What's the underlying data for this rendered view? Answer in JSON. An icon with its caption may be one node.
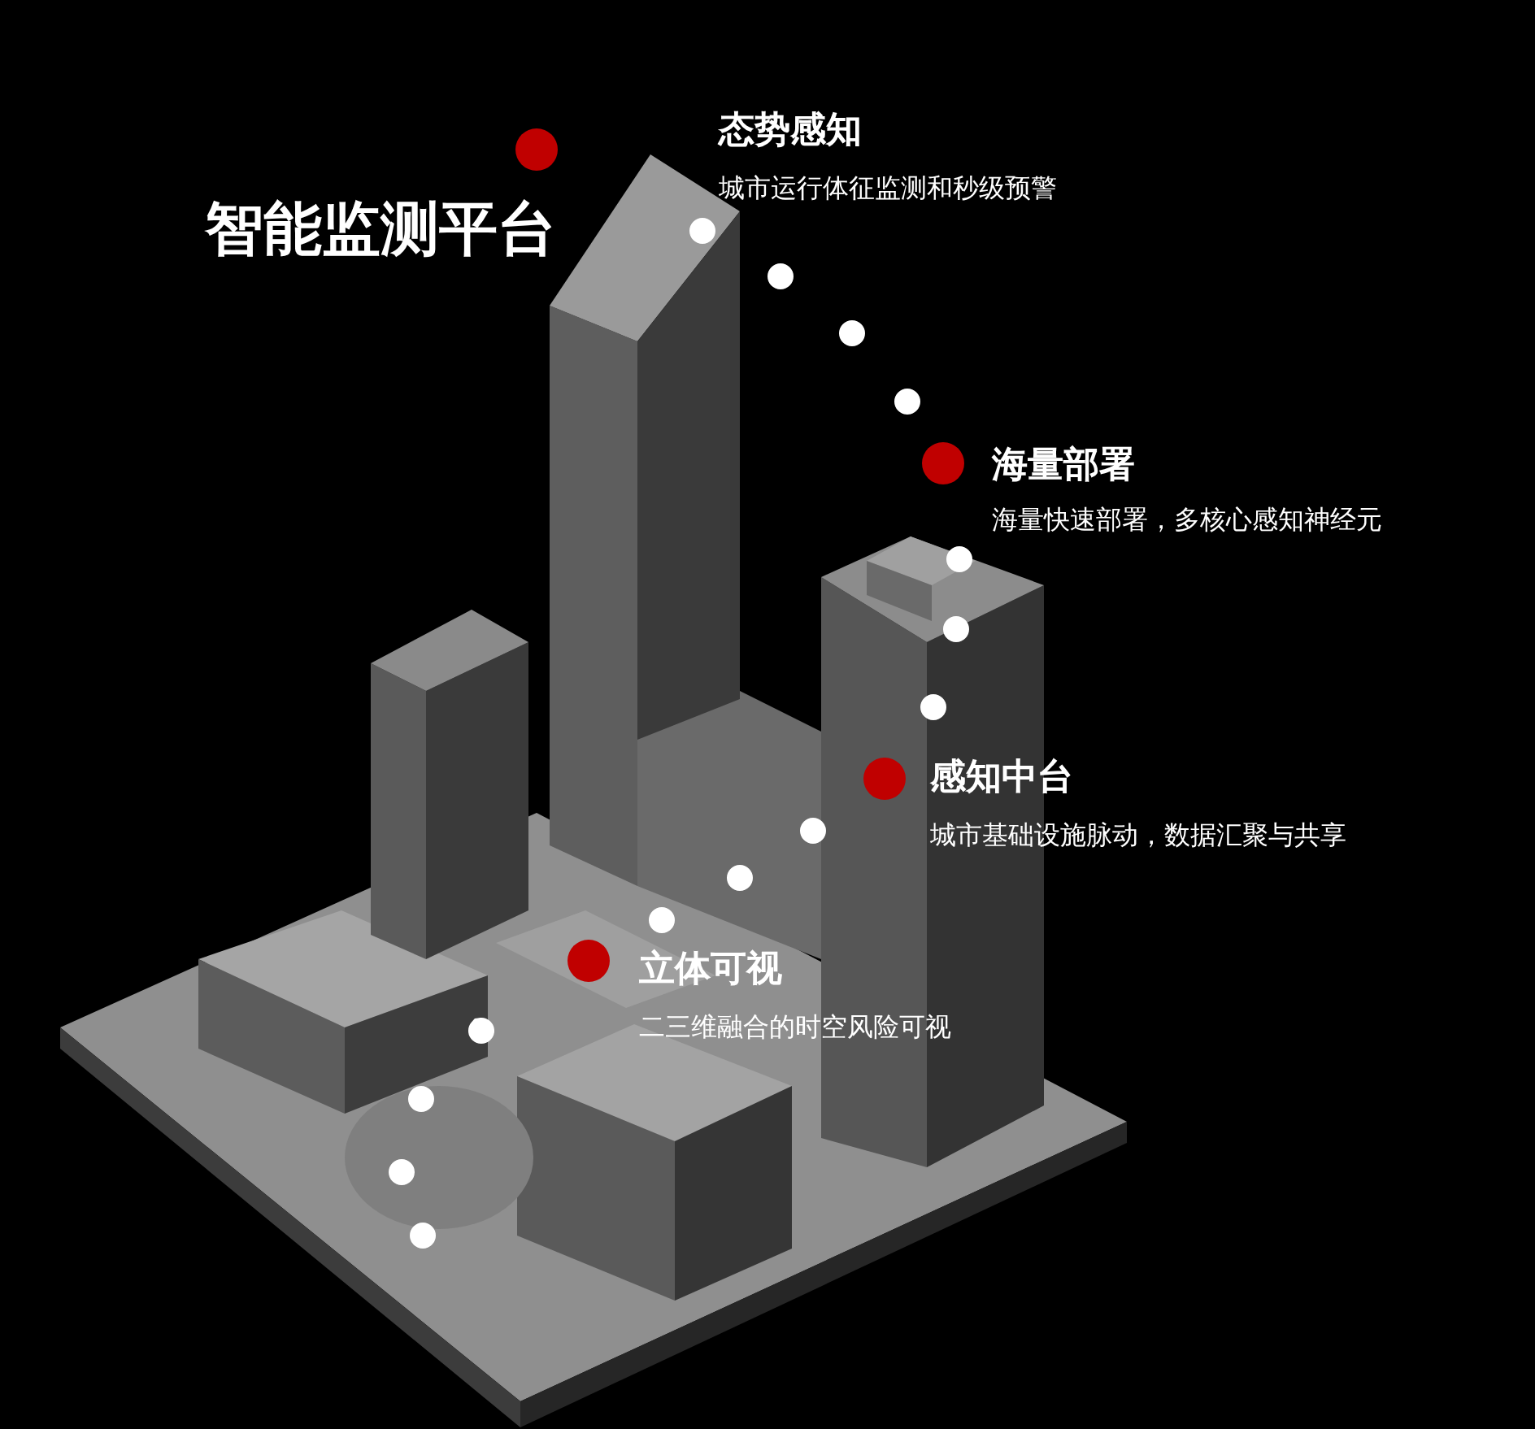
{
  "diagram": {
    "title": "智能监测平台",
    "nodes": [
      {
        "text": [
          "态势感知",
          "城市运行体征监测和秒级预警"
        ]
      },
      {
        "text": [
          "海量部署",
          "海量快速部署，多核心感知神经元"
        ]
      },
      {
        "text": [
          "感知中台",
          "城市基础设施脉动，数据汇聚与共享"
        ]
      },
      {
        "text": [
          "立体可视",
          "二三维融合的时空风险可视"
        ]
      }
    ],
    "edges": [
      {
        "from": 0,
        "to": 1,
        "arrow": "none",
        "style": "dashed"
      },
      {
        "from": 1,
        "to": 2,
        "arrow": "none",
        "style": "dashed"
      },
      {
        "from": 2,
        "to": 3,
        "arrow": "none",
        "style": "dashed"
      },
      {
        "from": 3,
        "to": null,
        "arrow": "none",
        "style": "dashed"
      }
    ]
  }
}
